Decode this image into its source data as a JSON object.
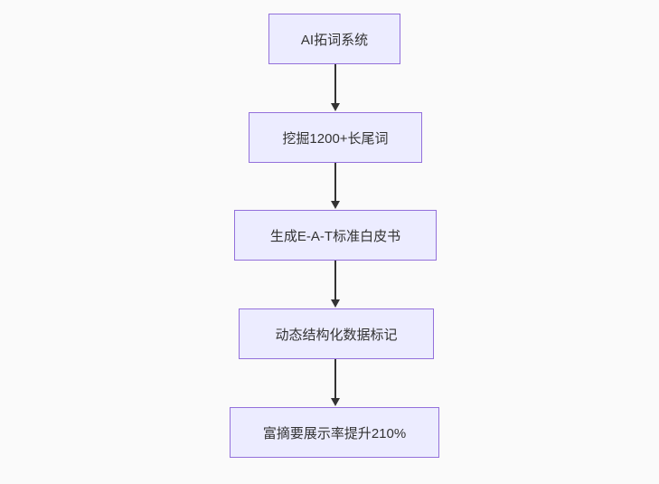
{
  "diagram": {
    "type": "flowchart-top-down",
    "background_color": "#fafafa",
    "node_fill_color": "#ECECFF",
    "node_border_color": "#9370DB",
    "node_text_color": "#333333",
    "arrow_color": "#333333",
    "nodes": [
      {
        "label": "AI拓词系统"
      },
      {
        "label": "挖掘1200+长尾词"
      },
      {
        "label": "生成E-A-T标准白皮书"
      },
      {
        "label": "动态结构化数据标记"
      },
      {
        "label": "富摘要展示率提升210%"
      }
    ]
  }
}
